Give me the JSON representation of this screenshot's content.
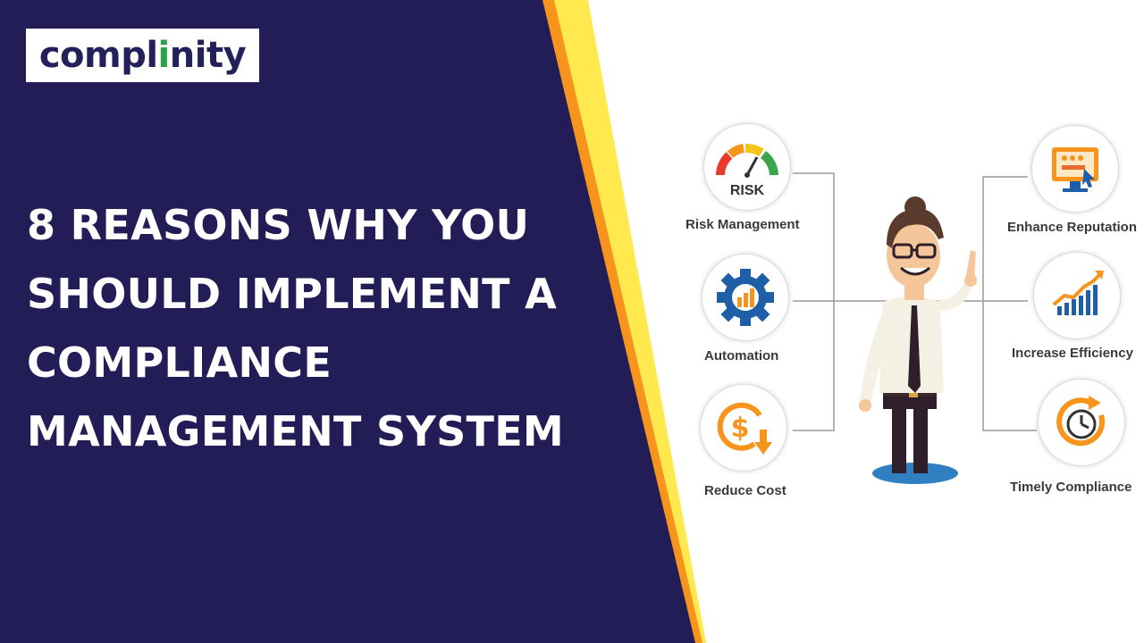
{
  "brand": {
    "logo_pre": "compl",
    "logo_hl": "i",
    "logo_post": "nity"
  },
  "headline": [
    "8 REASONS WHY YOU",
    "SHOULD IMPLEMENT A",
    "COMPLIANCE",
    "MANAGEMENT SYSTEM"
  ],
  "risk_badge": "RISK",
  "dollar_sign": "$",
  "items_left": [
    {
      "label": "Risk Management",
      "icon": "risk-gauge-icon"
    },
    {
      "label": "Automation",
      "icon": "gear-chart-icon"
    },
    {
      "label": "Reduce Cost",
      "icon": "dollar-down-icon"
    }
  ],
  "items_right": [
    {
      "label": "Enhance Reputation",
      "icon": "rating-screen-icon"
    },
    {
      "label": "Increase Efficiency",
      "icon": "growth-chart-icon"
    },
    {
      "label": "Timely Compliance",
      "icon": "clock-cycle-icon"
    }
  ],
  "colors": {
    "navy": "#221d57",
    "yellow": "#ffe94f",
    "orange": "#f7941d",
    "brand_green": "#2aa14a",
    "blue_icon": "#1f5fa8"
  }
}
